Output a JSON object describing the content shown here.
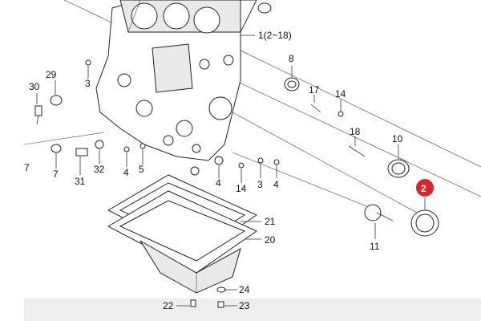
{
  "colors": {
    "highlight": "#d9262a",
    "line": "#333333",
    "footer_band": "#eeeeee"
  },
  "labels": {
    "block": "1(2~18)",
    "p2": "2",
    "p3a": "3",
    "p3b": "3",
    "p4a": "4",
    "p4b": "4",
    "p4c": "4",
    "p5": "5",
    "p7a": "7",
    "p7b": "7",
    "p8": "8",
    "p10": "10",
    "p11": "11",
    "p14a": "14",
    "p14b": "14",
    "p17": "17",
    "p18": "18",
    "p20": "20",
    "p21": "21",
    "p22": "22",
    "p23": "23",
    "p24": "24",
    "p29": "29",
    "p30": "30",
    "p31": "31",
    "p32": "32"
  }
}
